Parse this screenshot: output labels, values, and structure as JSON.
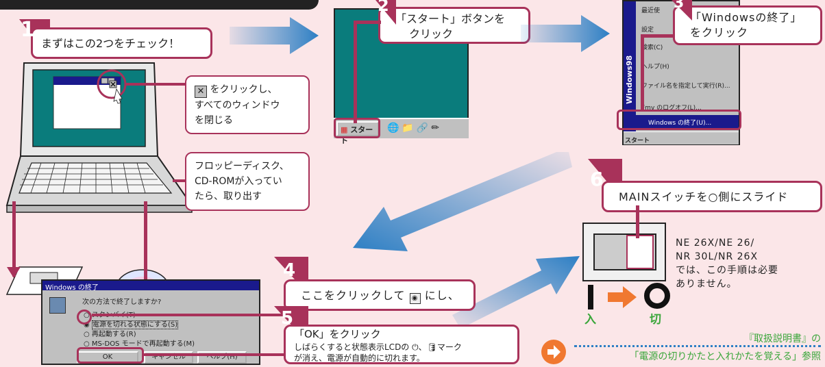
{
  "colors": {
    "accent": "#a8325a",
    "background": "#fbe6e8",
    "blue_arrow": "#2d7fc4",
    "teal": "#0a7c7c",
    "orange": "#f07830",
    "green": "#3aa63a"
  },
  "step1": {
    "number": "1",
    "label": "まずはこの2つをチェック！"
  },
  "close_note": {
    "line1": "をクリックし、",
    "line2": "すべてのウィンドウ",
    "line3": "を閉じる",
    "icon": "close-x-icon"
  },
  "floppy_note": {
    "line1": "フロッピーディスク、",
    "line2": "CD-ROMが入ってい",
    "line3": "たら、取り出す"
  },
  "step2": {
    "number": "2",
    "line1": "「スタート」ボタンを",
    "line2": "クリック"
  },
  "taskbar": {
    "start": "スタート"
  },
  "step3": {
    "number": "3",
    "line1": "「Windowsの終了」",
    "line2": "をクリック"
  },
  "start_menu": {
    "items": [
      "最近使",
      "設定",
      "検索(C)",
      "ヘルプ(H)",
      "ファイル名を指定して実行(R)...",
      "Fmv のログオフ(L)...",
      "Windows の終了(U)..."
    ],
    "banner": "Windows98",
    "start": "スタート"
  },
  "step4": {
    "number": "4",
    "label": "ここをクリックして",
    "label_suffix": "にし、"
  },
  "step5": {
    "number": "5",
    "title": "「OK」をクリック",
    "line1": "しばらくすると状態表示LCDの ⏻、🛢マーク",
    "line2": "が消え、電源が自動的に切れます。"
  },
  "shutdown_dialog": {
    "title": "Windows の終了",
    "question": "次の方法で終了しますか?",
    "options": [
      "スタンバイ(T)",
      "電源を切れる状態にする(S)",
      "再起動する(R)",
      "MS-DOS モードで再起動する(M)"
    ],
    "selected": 1,
    "ok": "OK",
    "cancel": "キャンセル",
    "help": "ヘルプ(H)"
  },
  "step6": {
    "number": "6",
    "label": "MAINスイッチを○側にスライド"
  },
  "switch": {
    "on_label": "入",
    "off_label": "切"
  },
  "models_note": {
    "line1": "NE 26X/NE 26/",
    "line2": "NR 30L/NR 26X",
    "line3": "では、この手順は必要",
    "line4": "ありません。"
  },
  "reference": {
    "line1": "『取扱説明書』の",
    "line2": "「電源の切りかたと入れかたを覚える」参照"
  }
}
